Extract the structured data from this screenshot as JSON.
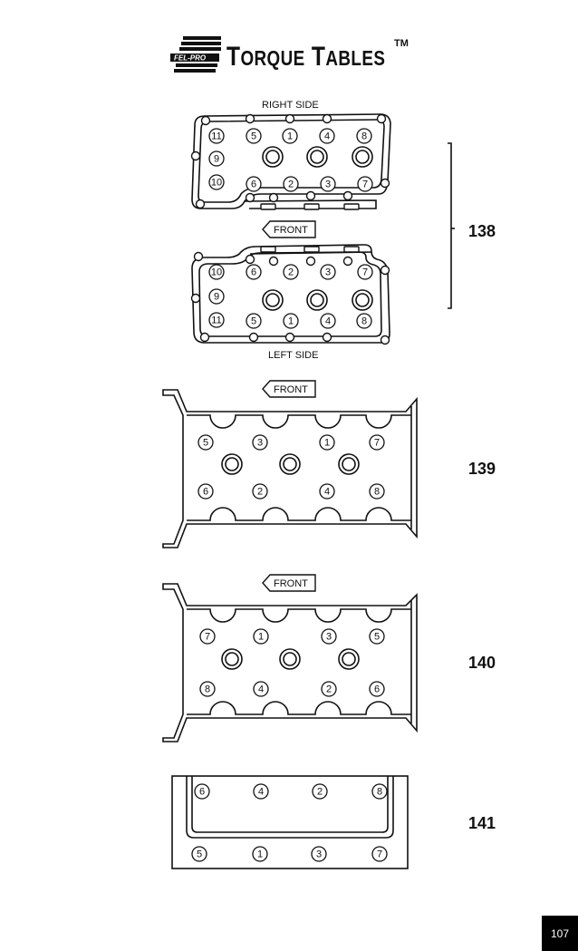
{
  "header": {
    "brand": "FEL-PRO",
    "title_first_letter_1": "T",
    "title_rest_1": "ORQUE",
    "title_first_letter_2": "T",
    "title_rest_2": "ABLES",
    "trademark": "TM"
  },
  "diagrams": {
    "d138": {
      "ref": "138",
      "right_label": "RIGHT SIDE",
      "left_label": "LEFT SIDE",
      "front_label": "FRONT",
      "right_bolts": [
        "11",
        "5",
        "1",
        "4",
        "8",
        "9",
        "10",
        "6",
        "2",
        "3",
        "7"
      ],
      "left_bolts": [
        "10",
        "6",
        "2",
        "3",
        "7",
        "9",
        "11",
        "5",
        "1",
        "4",
        "8"
      ]
    },
    "d139": {
      "ref": "139",
      "front_label": "FRONT",
      "bolts": [
        "5",
        "3",
        "1",
        "7",
        "6",
        "2",
        "4",
        "8"
      ]
    },
    "d140": {
      "ref": "140",
      "front_label": "FRONT",
      "bolts": [
        "7",
        "1",
        "3",
        "5",
        "8",
        "4",
        "2",
        "6"
      ]
    },
    "d141": {
      "ref": "141",
      "bolts": [
        "6",
        "4",
        "2",
        "8",
        "5",
        "1",
        "3",
        "7"
      ]
    }
  },
  "page_number": "107",
  "colors": {
    "ink": "#111111",
    "page_box": "#000000"
  }
}
